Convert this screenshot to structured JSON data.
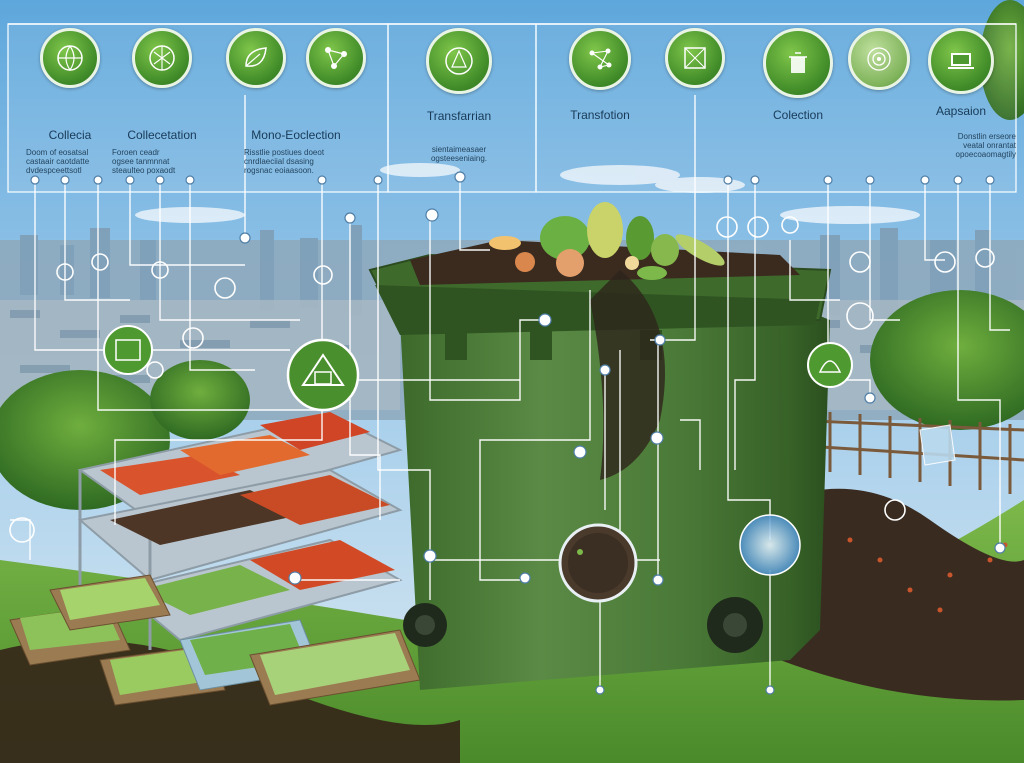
{
  "header": {
    "panels": [
      {
        "id": "p1",
        "title": "Collecia",
        "description": "Doom of eosatsal\ncastaair caotdatte\ndvdespceettsotl",
        "icon": "globe-leaf-icon"
      },
      {
        "id": "p2",
        "title": "Collecetation",
        "description": "Foroen ceadr\nogsee tanmnnat\nsteaulteo poxaodt",
        "icon": "network-leaf-icon"
      },
      {
        "id": "p3",
        "title": "Mono-Eoclection",
        "description": "Risstlie postiues doeot\ncnrdlaeciial dsasing\nrogsnac eoiaasoon.",
        "icon": "leaf-network-icon"
      },
      {
        "id": "p4",
        "title": "Transfarrian",
        "description": "sientaimeasaer\nogsteeseniaing.",
        "icon": "transform-nodes-icon"
      },
      {
        "id": "p5",
        "title": "Transfotion",
        "description": "",
        "icon": "graph-nodes-icon"
      },
      {
        "id": "p6",
        "title": "",
        "description": "",
        "icon": "box-frame-icon"
      },
      {
        "id": "p7",
        "title": "Colection",
        "description": "",
        "icon": "compost-bin-icon"
      },
      {
        "id": "p8",
        "title": "",
        "description": "",
        "icon": "target-leaf-icon"
      },
      {
        "id": "p9",
        "title": "Aapsaion",
        "description": "Donstlin erseore\nveatal onrantat\nopoecoaomagtily",
        "icon": "laptop-icon"
      }
    ]
  },
  "colors": {
    "sky_top": "#5ea7dc",
    "sky_bottom": "#d6e9f5",
    "bin_green": "#4e7a3a",
    "grass": "#5f9d3a",
    "soil": "#3a2b21",
    "badge_green": "#4f9a30"
  }
}
